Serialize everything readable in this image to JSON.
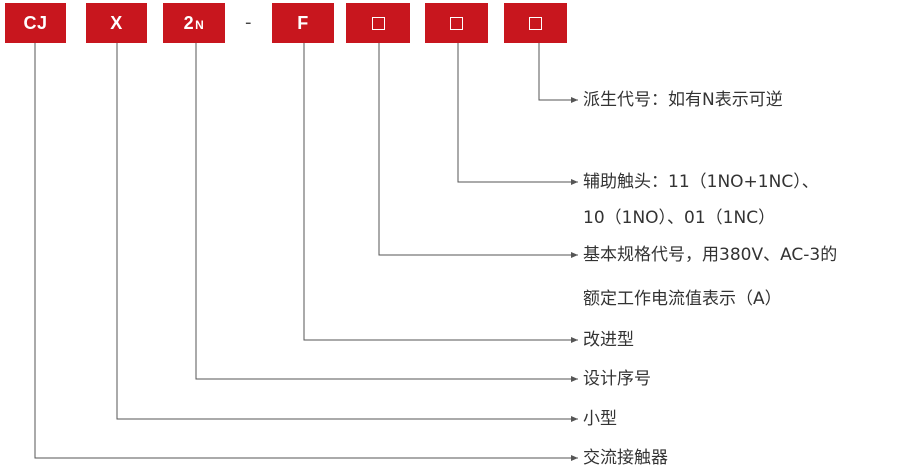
{
  "code_boxes": [
    {
      "main": "CJ",
      "sub": ""
    },
    {
      "main": "X",
      "sub": ""
    },
    {
      "main": "2",
      "sub": "N"
    },
    {
      "main": "F",
      "sub": ""
    },
    {
      "main": "□",
      "sub": ""
    },
    {
      "main": "□",
      "sub": ""
    },
    {
      "main": "□",
      "sub": ""
    }
  ],
  "separator": "-",
  "descriptions": {
    "derived_code": "派生代号：如有N表示可逆",
    "aux_contacts_1": "辅助触头：11（1NO+1NC）、",
    "aux_contacts_2": "10（1NO）、01（1NC）",
    "rating_1": "基本规格代号，用380V、AC-3的",
    "rating_2": "额定工作电流值表示（A）",
    "improved": "改进型",
    "design_seq": "设计序号",
    "small": "小型",
    "ac_contactor": "交流接触器"
  },
  "colors": {
    "box_fill": "#c8161e",
    "box_text": "#ffffff",
    "line": "#555555",
    "text": "#333333"
  }
}
